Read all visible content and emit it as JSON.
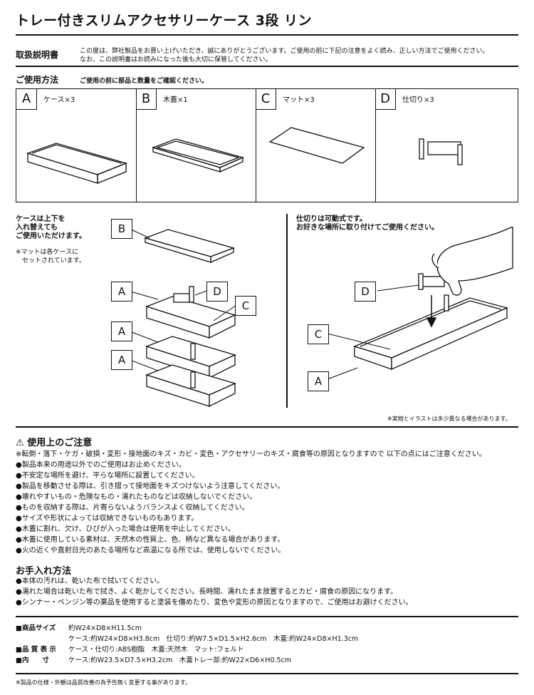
{
  "title": "トレー付きスリムアクセサリーケース 3段 リン",
  "manual": {
    "label": "取扱説明書",
    "intro": [
      "この度は、弊社製品をお買い上げいただき、誠にありがとうございます。ご使用の前に下記の注意をよく読み、正しい方法でご使用ください。",
      "なお、この説明書はお読みになった後も大切に保管してください。"
    ]
  },
  "usage": {
    "heading": "ご使用方法",
    "subtitle": "ご使用の前に部品と数量をご確認ください。",
    "parts": [
      {
        "letter": "A",
        "name": "ケース×3"
      },
      {
        "letter": "B",
        "name": "木蓋×1"
      },
      {
        "letter": "C",
        "name": "マット×3"
      },
      {
        "letter": "D",
        "name": "仕切り×3"
      }
    ]
  },
  "left_notes": {
    "bold": [
      "ケースは上下を",
      "入れ替えても",
      "ご使用いただけます。"
    ],
    "small": [
      "※マットは各ケースに",
      "　セットされています。"
    ]
  },
  "right_notes": {
    "bold": [
      "仕切りは可動式です。",
      "お好きな場所に取り付けてご使用ください。"
    ]
  },
  "diagram_labels": {
    "left": [
      "B",
      "A",
      "D",
      "C",
      "A",
      "A"
    ],
    "right": [
      "D",
      "C",
      "A"
    ]
  },
  "illustration_note": "※実物とイラストは多少異なる場合があります。",
  "cautions": {
    "heading": "使用上のご注意",
    "intro": "※転倒・落下・ケガ・破損・変形・接地面のキズ・カビ・変色・アクセサリーのキズ・腐食等の原因となりますので 以下の点にはご注意ください。",
    "items": [
      "●製品本来の用途以外でのご使用はお止めください。",
      "●不安定な場所を避け、平らな場所に設置してください。",
      "●製品を移動させる際は、引き摺って接地面をキズつけないよう注意してください。",
      "●壊れやすいもの・危険なもの・濡れたものなどは収納しないでください。",
      "●ものを収納する際は、片寄らないようバランスよく収納してください。",
      "●サイズや形状によっては収納できないものもあります。",
      "●木蓋に割れ、欠け、ひびが入った場合は使用を中止してください。",
      "●木蓋に使用している素材は、天然木の性質上、色、柄など異なる場合があります。",
      "●火の近くや直射日光のあたる場所など高温になる所では、使用しないでください。"
    ]
  },
  "care": {
    "heading": "お手入れ方法",
    "items": [
      "●本体の汚れは、乾いた布で拭いてください。",
      "●濡れた場合は乾いた布で拭き、よく乾かしてください。長時間、濡れたまま放置するとカビ・腐食の原因になります。",
      "●シンナー・ベンジン等の薬品を使用すると塗装を傷めたり、変色や変形の原因となりますので、ご使用はお避けください。"
    ]
  },
  "specs": [
    {
      "label": "■商品サイズ",
      "value": "約W24×D8×H11.5cm"
    },
    {
      "label": "",
      "value": "ケース:約W24×D8×H3.8cm　仕切り:約W7.5×D1.5×H2.6cm　木蓋:約W24×D8×H1.3cm"
    },
    {
      "label": "■品 質 表 示",
      "value": "ケース・仕切り:ABS樹脂　木蓋:天然木　マット:フェルト"
    },
    {
      "label": "■内　　寸",
      "value": "ケース:約W23.5×D7.5×H3.2cm　木蓋トレー部:約W22×D6×H0.5cm"
    }
  ],
  "footer": "※製品の仕様・外観は品質改善の為予告無く変更する事があります。"
}
